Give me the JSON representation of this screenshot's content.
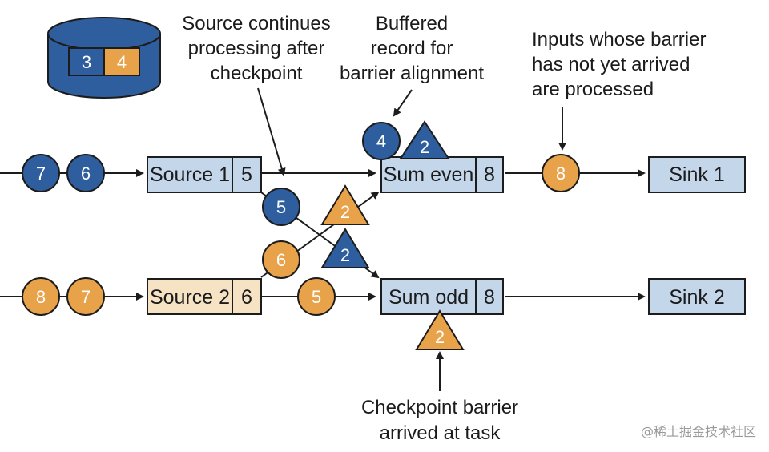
{
  "colors": {
    "blue": "#2f5e9e",
    "orange": "#e8a24a",
    "box_blue": "#c3d6ea",
    "box_cream": "#f6e3c4",
    "stroke": "#1c1c1c"
  },
  "state_store": {
    "values": [
      "3",
      "4"
    ]
  },
  "sources": [
    {
      "label": "Source 1",
      "value": "5"
    },
    {
      "label": "Source 2",
      "value": "6"
    }
  ],
  "operators": [
    {
      "label": "Sum even",
      "value": "8"
    },
    {
      "label": "Sum odd",
      "value": "8"
    }
  ],
  "sinks": [
    {
      "label": "Sink 1"
    },
    {
      "label": "Sink 2"
    }
  ],
  "records": {
    "blue_in": [
      "7",
      "6"
    ],
    "orange_in": [
      "8",
      "7"
    ],
    "blue_5": "5",
    "orange_6": "6",
    "orange_5": "5",
    "buffered": "4",
    "even_out": "8"
  },
  "barriers": {
    "at_sum_even": "2",
    "orange_to_even": "2",
    "blue_to_odd": "2",
    "at_sum_odd": "2"
  },
  "annotations": {
    "source_continues": [
      "Source continues",
      "processing after",
      "checkpoint"
    ],
    "buffered": [
      "Buffered",
      "record for",
      "barrier alignment"
    ],
    "inputs": [
      "Inputs whose barrier",
      "has not yet arrived",
      "are processed"
    ],
    "checkpoint": [
      "Checkpoint barrier",
      "arrived at task"
    ]
  },
  "watermark": "@稀土掘金技术社区"
}
